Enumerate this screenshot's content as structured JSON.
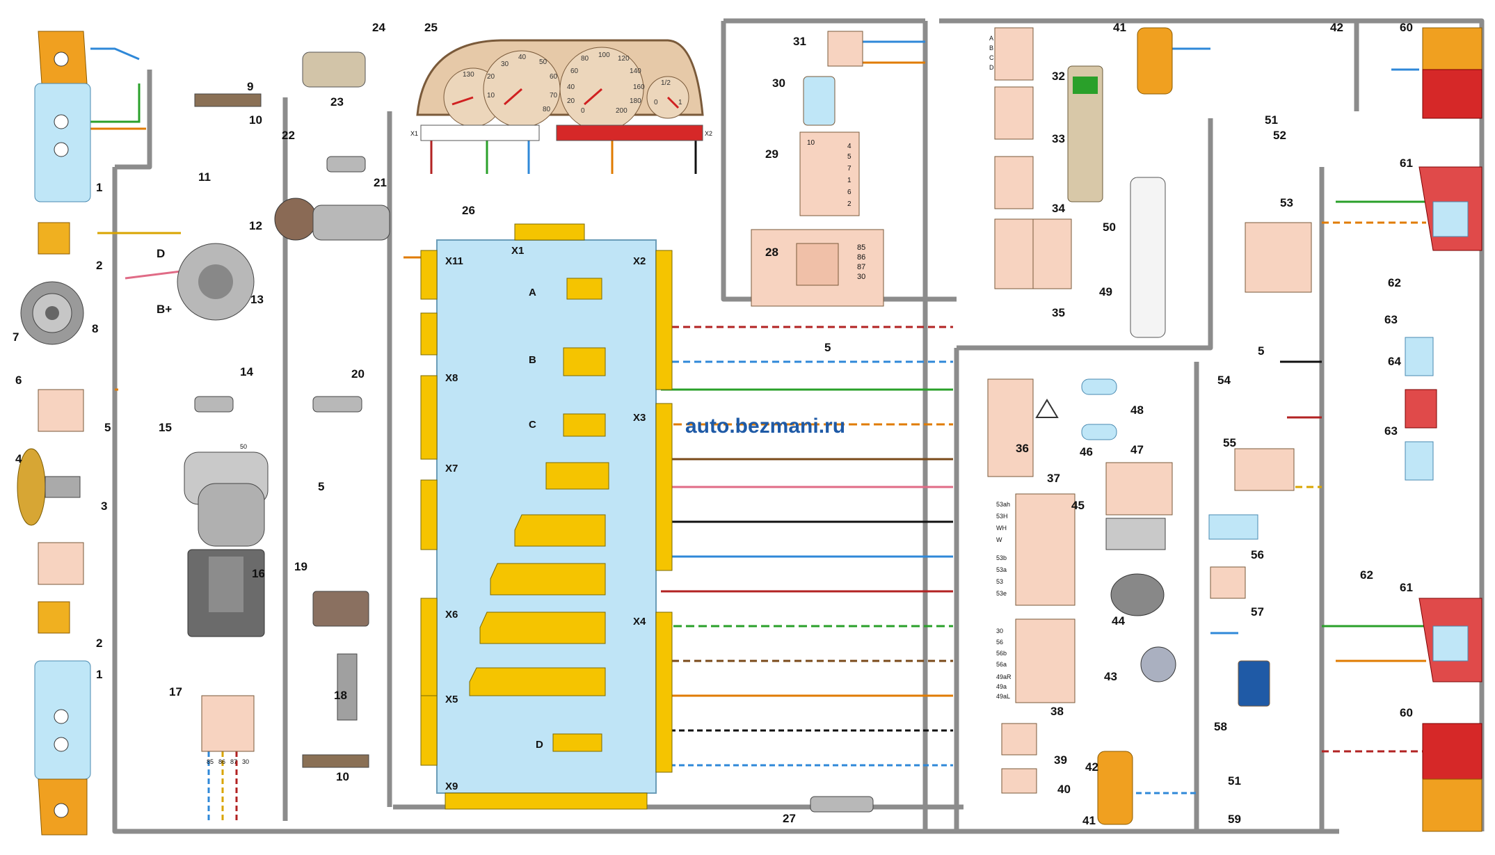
{
  "diagram": {
    "watermark": "auto.bezmani.ru",
    "block": {
      "connectors": [
        "X1",
        "X2",
        "X3",
        "X4",
        "X5",
        "X6",
        "X7",
        "X8",
        "X9",
        "X11"
      ],
      "sub_connectors": [
        "A",
        "B",
        "C",
        "D"
      ]
    },
    "plug_letters": [
      "A",
      "B",
      "C",
      "D"
    ],
    "component_numbers": [
      "1",
      "2",
      "3",
      "4",
      "5",
      "6",
      "7",
      "8",
      "9",
      "10",
      "11",
      "12",
      "13",
      "14",
      "15",
      "16",
      "17",
      "18",
      "19",
      "20",
      "21",
      "22",
      "23",
      "24",
      "25",
      "26",
      "27",
      "28",
      "29",
      "30",
      "31",
      "32",
      "33",
      "34",
      "35",
      "36",
      "37",
      "38",
      "39",
      "40",
      "41",
      "42",
      "43",
      "44",
      "45",
      "46",
      "47",
      "48",
      "49",
      "50",
      "51",
      "52",
      "53",
      "54",
      "55",
      "56",
      "57",
      "58",
      "59",
      "60",
      "61",
      "62",
      "63",
      "64"
    ],
    "gauge_scales": {
      "left_gauge": [
        "10",
        "20",
        "30",
        "40",
        "50",
        "60",
        "70",
        "80",
        "130"
      ],
      "speed_gauge": [
        "0",
        "20",
        "40",
        "60",
        "80",
        "100",
        "120",
        "140",
        "160",
        "180",
        "200"
      ],
      "fuel_gauge": [
        "0",
        "1/2",
        "1"
      ]
    },
    "relay_pins": [
      "85",
      "86",
      "87",
      "30"
    ],
    "switch_pins": [
      "53ah",
      "53H",
      "WH",
      "W",
      "53b",
      "53a",
      "53",
      "53e"
    ],
    "light_switch_pins": [
      "30",
      "56",
      "56b",
      "56a",
      "49aR",
      "49a",
      "49aL"
    ],
    "ignition_pins": [
      "2",
      "10",
      "4",
      "5",
      "7",
      "1",
      "6"
    ],
    "alternator_terminals": [
      "D",
      "B+"
    ],
    "starter_terminal": "50",
    "colors": {
      "background": "#ffffff",
      "block_fill": "#bfe4f6",
      "connector": "#f5c400",
      "lamp": "#e8501a"
    }
  }
}
